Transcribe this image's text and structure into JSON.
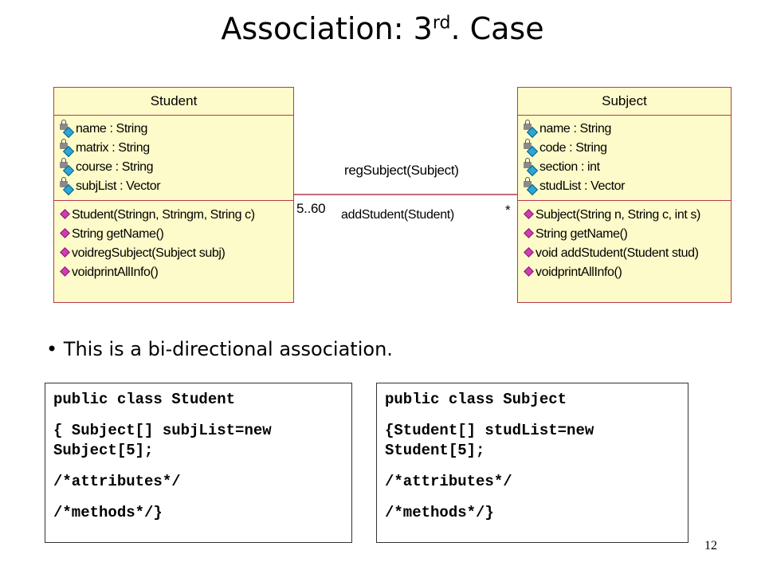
{
  "slide": {
    "title_main": "Association: 3",
    "title_sup": "rd",
    "title_tail": ". Case",
    "bullet": "• This is a bi-directional association.",
    "page_number": "12"
  },
  "diagram": {
    "student": {
      "name": "Student",
      "attributes": [
        "name : String",
        "matrix : String",
        "course : String",
        "subjList : Vector"
      ],
      "operations": [
        "Student(Stringn, Stringm, String c)",
        "String getName()",
        "voidregSubject(Subject subj)",
        "voidprintAllInfo()"
      ]
    },
    "subject": {
      "name": "Subject",
      "attributes": [
        "name : String",
        "code : String",
        "section : int",
        "studList : Vector"
      ],
      "operations": [
        "Subject(String n, String c, int s)",
        "String getName()",
        "void addStudent(Student stud)",
        "voidprintAllInfo()"
      ]
    },
    "association": {
      "top_label": "regSubject(Subject)",
      "bottom_label": "addStudent(Student)",
      "left_multiplicity": "5..60",
      "right_multiplicity": "*"
    }
  },
  "code_boxes": {
    "student": [
      "public class Student",
      "{ Subject[] subjList=new Subject[5];",
      "/*attributes*/",
      "/*methods*/}"
    ],
    "subject": [
      "public class Subject",
      "{Student[] studList=new Student[5];",
      "/*attributes*/",
      "/*methods*/}"
    ]
  },
  "colors": {
    "class_fill": "#fdfbc9",
    "class_border": "#b33a52",
    "association_line": "#b33a52"
  },
  "icons": {
    "attribute": "lock-icon",
    "operation": "method-icon"
  }
}
